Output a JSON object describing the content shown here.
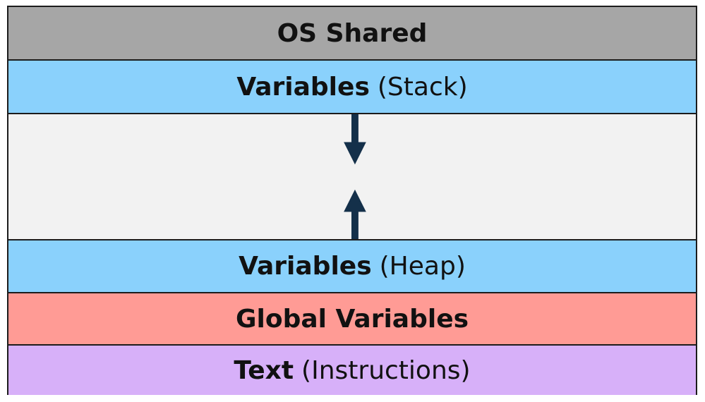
{
  "diagram": {
    "segments": [
      {
        "bold": "OS Shared",
        "normal": "",
        "color": "#a6a6a6"
      },
      {
        "bold": "Variables",
        "normal": "(Stack)",
        "color": "#8ad1fc"
      },
      {
        "bold": "",
        "normal": "",
        "color": "#f2f2f2"
      },
      {
        "bold": "Variables",
        "normal": "(Heap)",
        "color": "#8ad1fc"
      },
      {
        "bold": "Global Variables",
        "normal": "",
        "color": "#ff9b95"
      },
      {
        "bold": "Text",
        "normal": "(Instructions)",
        "color": "#d7b0f9"
      }
    ],
    "arrow_color": "#14304a",
    "arrows": [
      {
        "direction": "down"
      },
      {
        "direction": "up"
      }
    ]
  }
}
